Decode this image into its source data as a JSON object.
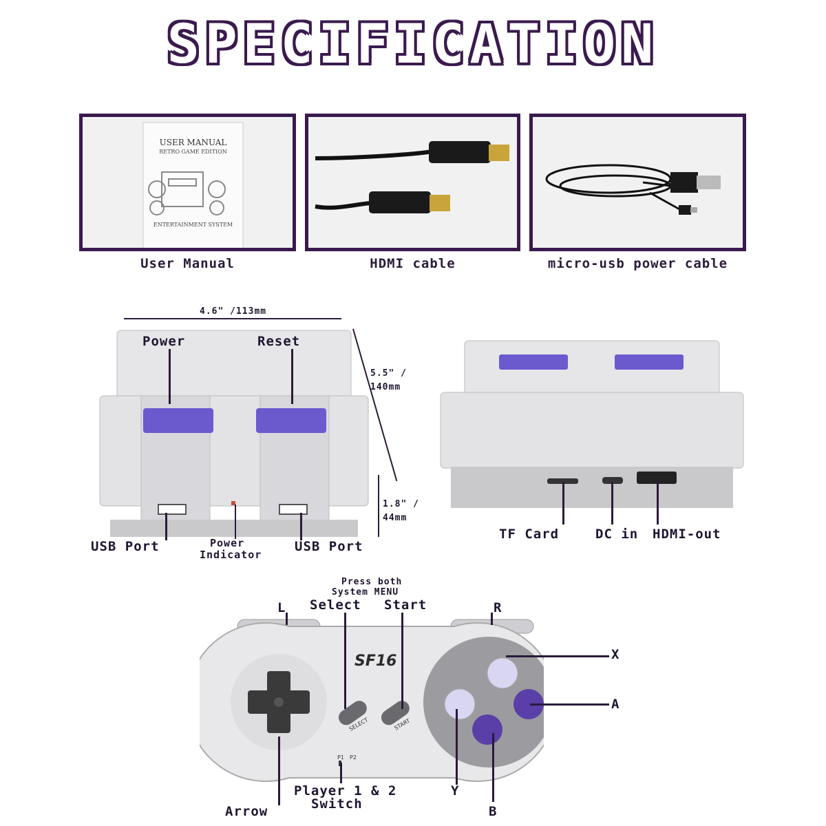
{
  "title": "SPECIFICATION",
  "accessories": [
    {
      "label": "User Manual"
    },
    {
      "label": "HDMI cable"
    },
    {
      "label": "micro-usb power cable"
    }
  ],
  "manual": {
    "title": "USER MANUAL",
    "subtitle": "RETRO GAME EDITION",
    "footer": "ENTERTAINMENT SYSTEM"
  },
  "console_front": {
    "width_dim": "4.6\" /113mm",
    "depth_dim_1": "5.5\" /",
    "depth_dim_2": "140mm",
    "height_dim_1": "1.8\" /",
    "height_dim_2": "44mm",
    "power": "Power",
    "reset": "Reset",
    "usb_left": "USB Port",
    "usb_right": "USB Port",
    "indicator_1": "Power",
    "indicator_2": "Indicator"
  },
  "console_back": {
    "tf": "TF Card",
    "dc": "DC in",
    "hdmi": "HDMI-out"
  },
  "controller": {
    "press_1": "Press both",
    "press_2": "System MENU",
    "l": "L",
    "r": "R",
    "select": "Select",
    "start": "Start",
    "logo": "SF16",
    "select_btn": "SELECT",
    "start_btn": "START",
    "p1": "P1",
    "p2": "P2",
    "x": "X",
    "a": "A",
    "y": "Y",
    "b": "B",
    "arrow": "Arrow",
    "switch_1": "Player 1 & 2",
    "switch_2": "Switch"
  },
  "colors": {
    "accent": "#3a1a4e",
    "purple_button": "#6a5acd",
    "shell": "#d9d9dc"
  }
}
